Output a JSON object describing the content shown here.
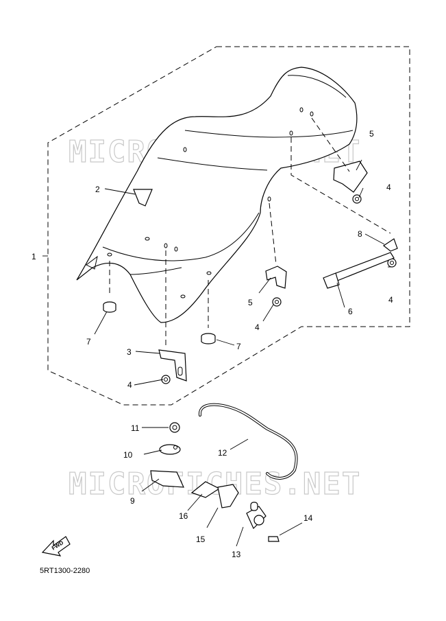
{
  "diagram": {
    "code": "5RT1300-2280",
    "watermark": "MICROFICHES.NET",
    "fwd_label": "FWD",
    "callouts": {
      "c1": "1",
      "c2": "2",
      "c3": "3",
      "c4a": "4",
      "c4b": "4",
      "c4c": "4",
      "c4d": "4",
      "c5a": "5",
      "c5b": "5",
      "c6": "6",
      "c7a": "7",
      "c7b": "7",
      "c8": "8",
      "c9": "9",
      "c10": "10",
      "c11": "11",
      "c12": "12",
      "c13": "13",
      "c14": "14",
      "c15": "15",
      "c16": "16"
    }
  }
}
